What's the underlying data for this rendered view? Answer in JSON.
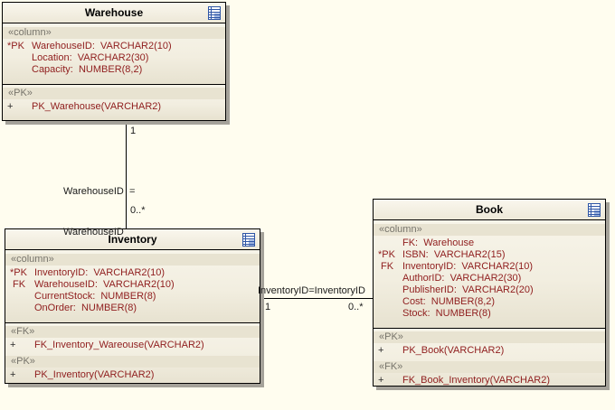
{
  "canvas": {
    "background": "#FFFDEF"
  },
  "colors": {
    "attribute_text": "#8F1D1D",
    "stereotype_text": "#77746B",
    "stereotype_strip_bg": "#E8E3D1",
    "entity_fill": "#F3EFE1",
    "entity_border": "#000000",
    "shadow": "#A5A29A",
    "icon_blue": "#2F56A6"
  },
  "entities": [
    {
      "title": "Warehouse",
      "icon": "table-icon",
      "compartments": [
        {
          "groups": [
            {
              "stereotype": "«column»",
              "rows": [
                {
                  "prefix": "*PK",
                  "text": "WarehouseID:  VARCHAR2(10)"
                },
                {
                  "prefix": "",
                  "text": "Location:  VARCHAR2(30)"
                },
                {
                  "prefix": "",
                  "text": "Capacity:  NUMBER(8,2)"
                }
              ]
            }
          ]
        },
        {
          "groups": [
            {
              "stereotype": "«PK»",
              "rows": [
                {
                  "prefix": "+",
                  "text": "PK_Warehouse(VARCHAR2)"
                }
              ]
            }
          ]
        }
      ]
    },
    {
      "title": "Inventory",
      "icon": "table-icon",
      "compartments": [
        {
          "groups": [
            {
              "stereotype": "«column»",
              "rows": [
                {
                  "prefix": "*PK",
                  "text": "InventoryID:  VARCHAR2(10)"
                },
                {
                  "prefix": " FK",
                  "text": "WarehouseID:  VARCHAR2(10)"
                },
                {
                  "prefix": "",
                  "text": "CurrentStock:  NUMBER(8)"
                },
                {
                  "prefix": "",
                  "text": "OnOrder:  NUMBER(8)"
                }
              ]
            }
          ]
        },
        {
          "groups": [
            {
              "stereotype": "«FK»",
              "rows": [
                {
                  "prefix": "+",
                  "text": "FK_Inventory_Wareouse(VARCHAR2)"
                }
              ]
            },
            {
              "stereotype": "«PK»",
              "rows": [
                {
                  "prefix": "+",
                  "text": "PK_Inventory(VARCHAR2)"
                }
              ]
            }
          ]
        }
      ]
    },
    {
      "title": "Book",
      "icon": "table-icon",
      "compartments": [
        {
          "groups": [
            {
              "stereotype": "«column»",
              "rows": [
                {
                  "prefix": "",
                  "text": "FK:  Warehouse"
                },
                {
                  "prefix": "*PK",
                  "text": "ISBN:  VARCHAR2(15)"
                },
                {
                  "prefix": " FK",
                  "text": "InventoryID:  VARCHAR2(10)"
                },
                {
                  "prefix": "",
                  "text": "AuthorID:  VARCHAR2(30)"
                },
                {
                  "prefix": "",
                  "text": "PublisherID:  VARCHAR2(20)"
                },
                {
                  "prefix": "",
                  "text": "Cost:  NUMBER(8,2)"
                },
                {
                  "prefix": "",
                  "text": "Stock:  NUMBER(8)"
                }
              ]
            }
          ]
        },
        {
          "groups": [
            {
              "stereotype": "«PK»",
              "rows": [
                {
                  "prefix": "+",
                  "text": "PK_Book(VARCHAR2)"
                }
              ]
            },
            {
              "stereotype": "«FK»",
              "rows": [
                {
                  "prefix": "+",
                  "text": "FK_Book_Inventory(VARCHAR2)"
                }
              ]
            }
          ]
        }
      ]
    }
  ],
  "connectors": [
    {
      "id": "warehouse-inventory",
      "name_line1": "WarehouseID  =",
      "name_line2": "WarehouseID",
      "source_multiplicity": "1",
      "target_multiplicity": "0..*"
    },
    {
      "id": "inventory-book",
      "name": "InventoryID=InventoryID",
      "source_multiplicity": "1",
      "target_multiplicity": "0..*"
    }
  ]
}
